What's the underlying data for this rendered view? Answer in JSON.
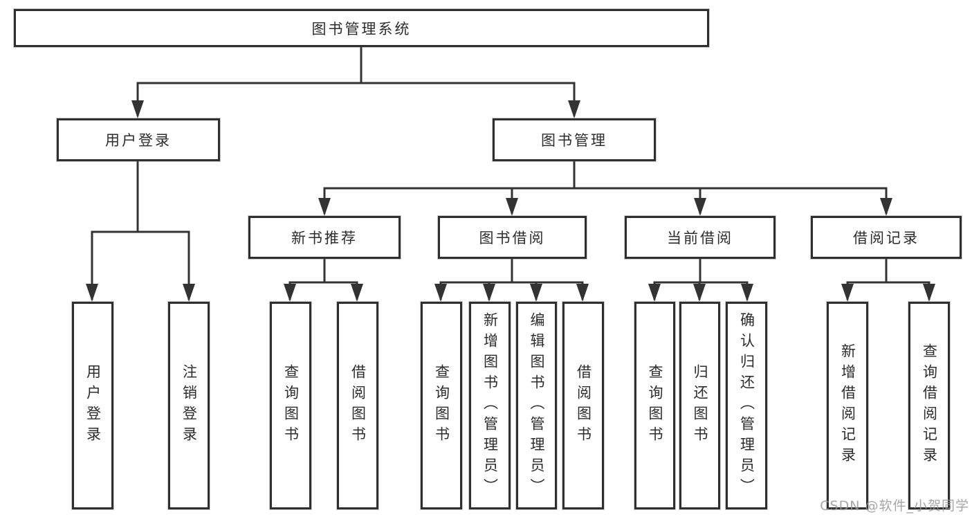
{
  "diagram": {
    "root": {
      "label": "图书管理系统"
    },
    "level2": [
      {
        "label": "用户登录",
        "children": [
          {
            "label": "用户登录"
          },
          {
            "label": "注销登录"
          }
        ]
      },
      {
        "label": "图书管理",
        "children": [
          {
            "label": "新书推荐",
            "children": [
              {
                "label": "查询图书"
              },
              {
                "label": "借阅图书"
              }
            ]
          },
          {
            "label": "图书借阅",
            "children": [
              {
                "label": "查询图书"
              },
              {
                "label": "新增图书（管理员）"
              },
              {
                "label": "编辑图书（管理员）"
              },
              {
                "label": "借阅图书"
              }
            ]
          },
          {
            "label": "当前借阅",
            "children": [
              {
                "label": "查询图书"
              },
              {
                "label": "归还图书"
              },
              {
                "label": "确认归还（管理员）"
              }
            ]
          },
          {
            "label": "借阅记录",
            "children": [
              {
                "label": "新增借阅记录"
              },
              {
                "label": "查询借阅记录"
              }
            ]
          }
        ]
      }
    ]
  },
  "watermark": {
    "text": "CSDN @软件_小贺同学"
  },
  "colors": {
    "line": "#333333",
    "box_border": "#2f2f2f",
    "text": "#2c2c2c",
    "watermark": "#969696",
    "background": "#ffffff"
  }
}
